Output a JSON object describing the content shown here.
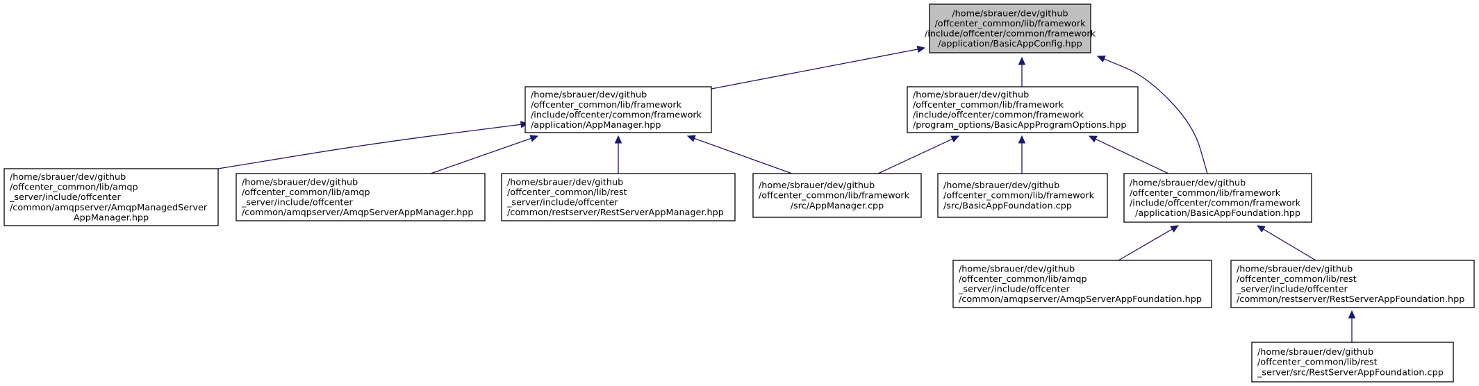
{
  "graph": {
    "node_fill": "#ffffff",
    "focus_fill": "#bfbfbf",
    "border_color": "#000000",
    "edge_color": "#191970",
    "nodes": {
      "basic_app_config": {
        "lines": [
          "/home/sbrauer/dev/github",
          "/offcenter_common/lib/framework",
          "/include/offcenter/common/framework",
          "/application/BasicAppConfig.hpp"
        ],
        "align": "middle",
        "focus": true
      },
      "app_manager_hpp": {
        "lines": [
          "/home/sbrauer/dev/github",
          "/offcenter_common/lib/framework",
          "/include/offcenter/common/framework",
          "/application/AppManager.hpp"
        ],
        "align": "start"
      },
      "basic_app_program_options": {
        "lines": [
          "/home/sbrauer/dev/github",
          "/offcenter_common/lib/framework",
          "/include/offcenter/common/framework",
          "/program_options/BasicAppProgramOptions.hpp"
        ],
        "align": "start"
      },
      "amqp_managed_server_app_manager": {
        "lines": [
          "/home/sbrauer/dev/github",
          "/offcenter_common/lib/amqp",
          "_server/include/offcenter",
          "/common/amqpserver/AmqpManagedServer",
          "AppManager.hpp"
        ],
        "align": "start",
        "last_center": true
      },
      "amqp_server_app_manager": {
        "lines": [
          "/home/sbrauer/dev/github",
          "/offcenter_common/lib/amqp",
          "_server/include/offcenter",
          "/common/amqpserver/AmqpServerAppManager.hpp"
        ],
        "align": "start"
      },
      "rest_server_app_manager": {
        "lines": [
          "/home/sbrauer/dev/github",
          "/offcenter_common/lib/rest",
          "_server/include/offcenter",
          "/common/restserver/RestServerAppManager.hpp"
        ],
        "align": "start"
      },
      "app_manager_cpp": {
        "lines": [
          "/home/sbrauer/dev/github",
          "/offcenter_common/lib/framework",
          "/src/AppManager.cpp"
        ],
        "align": "start",
        "last_center": true
      },
      "basic_app_foundation_cpp": {
        "lines": [
          "/home/sbrauer/dev/github",
          "/offcenter_common/lib/framework",
          "/src/BasicAppFoundation.cpp"
        ],
        "align": "start"
      },
      "basic_app_foundation_hpp": {
        "lines": [
          "/home/sbrauer/dev/github",
          "/offcenter_common/lib/framework",
          "/include/offcenter/common/framework",
          "/application/BasicAppFoundation.hpp"
        ],
        "align": "start",
        "last_center": true
      },
      "amqp_server_app_foundation": {
        "lines": [
          "/home/sbrauer/dev/github",
          "/offcenter_common/lib/amqp",
          "_server/include/offcenter",
          "/common/amqpserver/AmqpServerAppFoundation.hpp"
        ],
        "align": "start"
      },
      "rest_server_app_foundation_hpp": {
        "lines": [
          "/home/sbrauer/dev/github",
          "/offcenter_common/lib/rest",
          "_server/include/offcenter",
          "/common/restserver/RestServerAppFoundation.hpp"
        ],
        "align": "start"
      },
      "rest_server_app_foundation_cpp": {
        "lines": [
          "/home/sbrauer/dev/github",
          "/offcenter_common/lib/rest",
          "_server/src/RestServerAppFoundation.cpp"
        ],
        "align": "start"
      }
    },
    "edges": [
      {
        "from": "app_manager_hpp",
        "to": "basic_app_config"
      },
      {
        "from": "basic_app_program_options",
        "to": "basic_app_config"
      },
      {
        "from": "basic_app_foundation_hpp",
        "to": "basic_app_config"
      },
      {
        "from": "amqp_managed_server_app_manager",
        "to": "app_manager_hpp"
      },
      {
        "from": "amqp_server_app_manager",
        "to": "app_manager_hpp"
      },
      {
        "from": "rest_server_app_manager",
        "to": "app_manager_hpp"
      },
      {
        "from": "app_manager_cpp",
        "to": "app_manager_hpp"
      },
      {
        "from": "app_manager_cpp",
        "to": "basic_app_program_options"
      },
      {
        "from": "basic_app_foundation_cpp",
        "to": "basic_app_program_options"
      },
      {
        "from": "basic_app_foundation_hpp",
        "to": "basic_app_program_options"
      },
      {
        "from": "amqp_server_app_foundation",
        "to": "basic_app_foundation_hpp"
      },
      {
        "from": "rest_server_app_foundation_hpp",
        "to": "basic_app_foundation_hpp"
      },
      {
        "from": "rest_server_app_foundation_cpp",
        "to": "rest_server_app_foundation_hpp"
      }
    ]
  }
}
